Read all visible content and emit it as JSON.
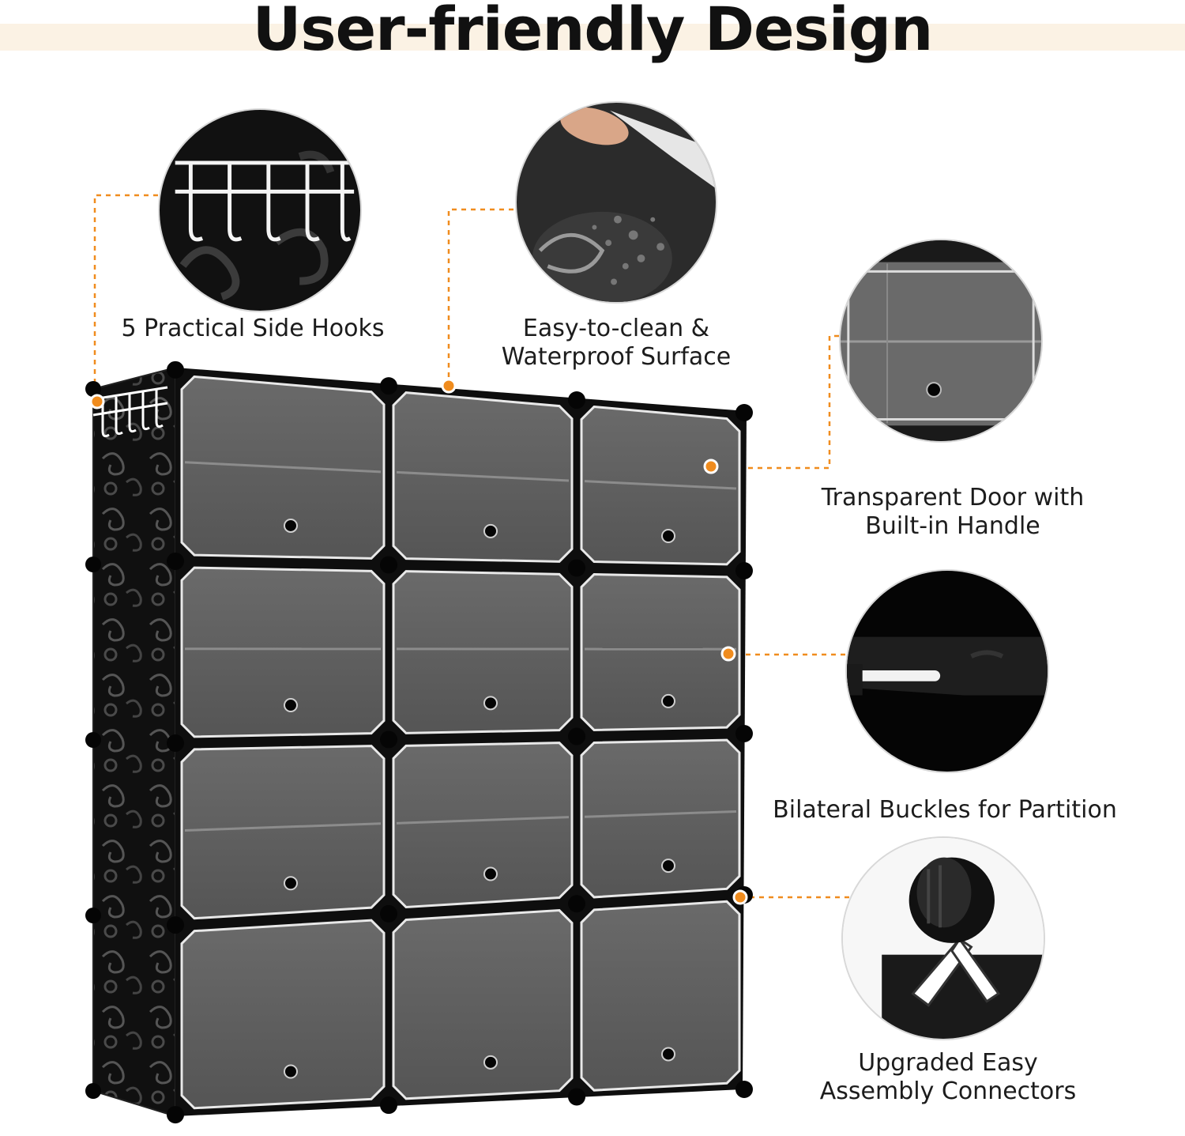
{
  "title": "User-friendly Design",
  "colors": {
    "accent": "#f08c1e",
    "title_band": "#fbf2e4",
    "cabinet_frame": "#0e0e0e",
    "door_fill": "#5e5e5e"
  },
  "features": [
    {
      "id": "hooks",
      "lines": [
        "5 Practical Side Hooks"
      ]
    },
    {
      "id": "surface",
      "lines": [
        "Easy-to-clean &",
        "Waterproof Surface"
      ]
    },
    {
      "id": "door",
      "lines": [
        "Transparent Door with",
        "Built-in Handle"
      ]
    },
    {
      "id": "buckles",
      "lines": [
        "Bilateral Buckles for Partition"
      ]
    },
    {
      "id": "connectors",
      "lines": [
        "Upgraded Easy",
        "Assembly Connectors"
      ]
    }
  ],
  "cabinet": {
    "rows": 4,
    "columns": 3,
    "side_hooks": 5
  }
}
